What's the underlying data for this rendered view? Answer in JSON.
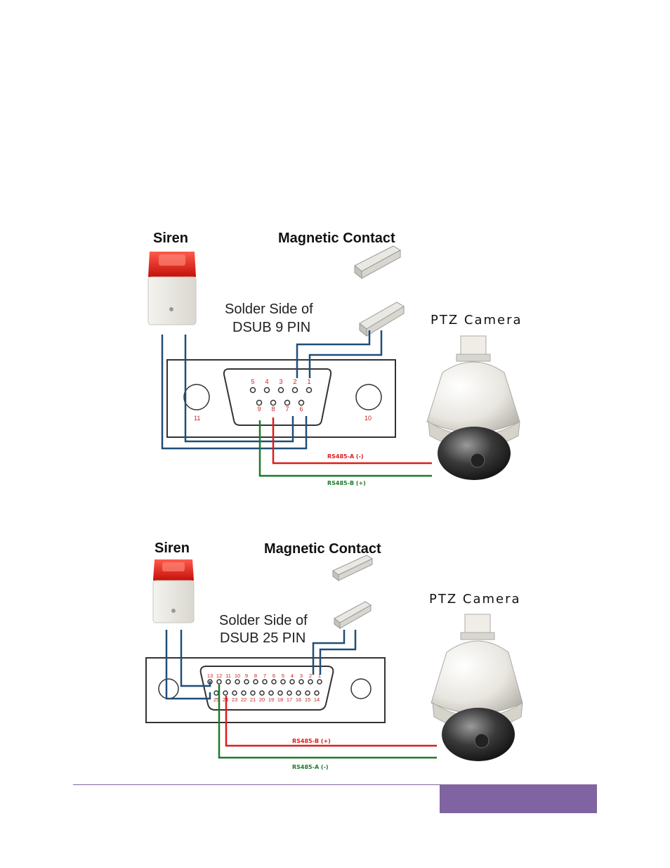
{
  "diagram1": {
    "siren_label": "Siren",
    "contact_label": "Magnetic Contact",
    "camera_label": "PTZ Camera",
    "solder_line1": "Solder Side of",
    "solder_line2": "DSUB 9 PIN",
    "top_pins": [
      "5",
      "4",
      "3",
      "2",
      "1"
    ],
    "bottom_pins": [
      "9",
      "8",
      "7",
      "6"
    ],
    "mount_left": "11",
    "mount_right": "10",
    "wire_red": "RS485-A (-)",
    "wire_green": "RS485-B (+)",
    "colors": {
      "red": "#e01b1b",
      "green": "#1b7a2a",
      "blue": "#1f4e79"
    }
  },
  "diagram2": {
    "siren_label": "Siren",
    "contact_label": "Magnetic Contact",
    "camera_label": "PTZ Camera",
    "solder_line1": "Solder Side of",
    "solder_line2": "DSUB 25 PIN",
    "top_pins": [
      "13",
      "12",
      "11",
      "10",
      "9",
      "8",
      "7",
      "6",
      "5",
      "4",
      "3",
      "2",
      "1"
    ],
    "bottom_pins": [
      "25",
      "24",
      "23",
      "22",
      "21",
      "20",
      "19",
      "18",
      "17",
      "16",
      "15",
      "14"
    ],
    "wire_red": "RS485-B (+)",
    "wire_green": "RS485-A (-)"
  },
  "footer": {
    "accent": "#8064a2"
  }
}
